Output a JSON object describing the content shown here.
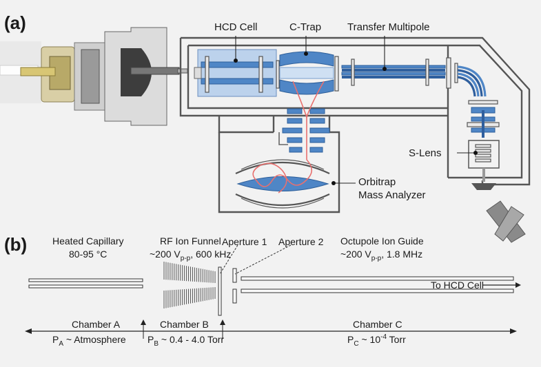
{
  "panels": {
    "a": "(a)",
    "b": "(b)"
  },
  "a_labels": {
    "hcd_cell": "HCD Cell",
    "c_trap": "C-Trap",
    "transfer_multipole": "Transfer Multipole",
    "s_lens": "S-Lens",
    "orbitrap_line1": "Orbitrap",
    "orbitrap_line2": "Mass Analyzer"
  },
  "b_labels": {
    "heated_capillary": "Heated Capillary",
    "capillary_temp": "80-95 °C",
    "rf_ion_funnel": "RF Ion Funnel",
    "funnel_v_prefix": "~200 V",
    "funnel_v_sub": "p-p",
    "funnel_freq": ", 600 kHz",
    "aperture_1": "Aperture 1",
    "aperture_2": "Aperture 2",
    "octupole": "Octupole Ion Guide",
    "octupole_v_prefix": "~200 V",
    "octupole_v_sub": "p-p",
    "octupole_freq": ", 1.8 MHz",
    "to_hcd": "To HCD Cell",
    "chamber_a": "Chamber A",
    "chamber_b": "Chamber B",
    "chamber_c": "Chamber C",
    "p_prefix": "P",
    "p_a_sub": "A",
    "p_a_text": " ~ Atmosphere",
    "p_b_sub": "B",
    "p_b_text": " ~ 0.4 - 4.0 Torr",
    "p_c_sub": "C",
    "p_c_text": " ~ 10",
    "p_c_sup": "-4",
    "p_c_unit": " Torr"
  },
  "colors": {
    "ion_path": "#e8706f",
    "component_blue": "#4f86c6",
    "wall": "#555555"
  }
}
